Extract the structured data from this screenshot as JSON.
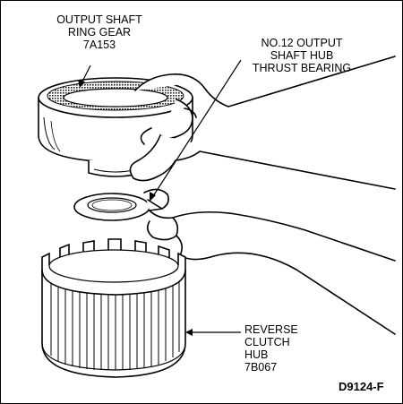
{
  "labels": {
    "ring_gear": {
      "line1": "OUTPUT SHAFT",
      "line2": "RING GEAR",
      "line3": "7A153"
    },
    "thrust_bearing": {
      "line1": "NO.12 OUTPUT",
      "line2": "SHAFT HUB",
      "line3": "THRUST BEARING"
    },
    "clutch_hub": {
      "line1": "REVERSE",
      "line2": "CLUTCH",
      "line3": "HUB",
      "line4": "7B067"
    }
  },
  "figure_id": "D9124-F"
}
